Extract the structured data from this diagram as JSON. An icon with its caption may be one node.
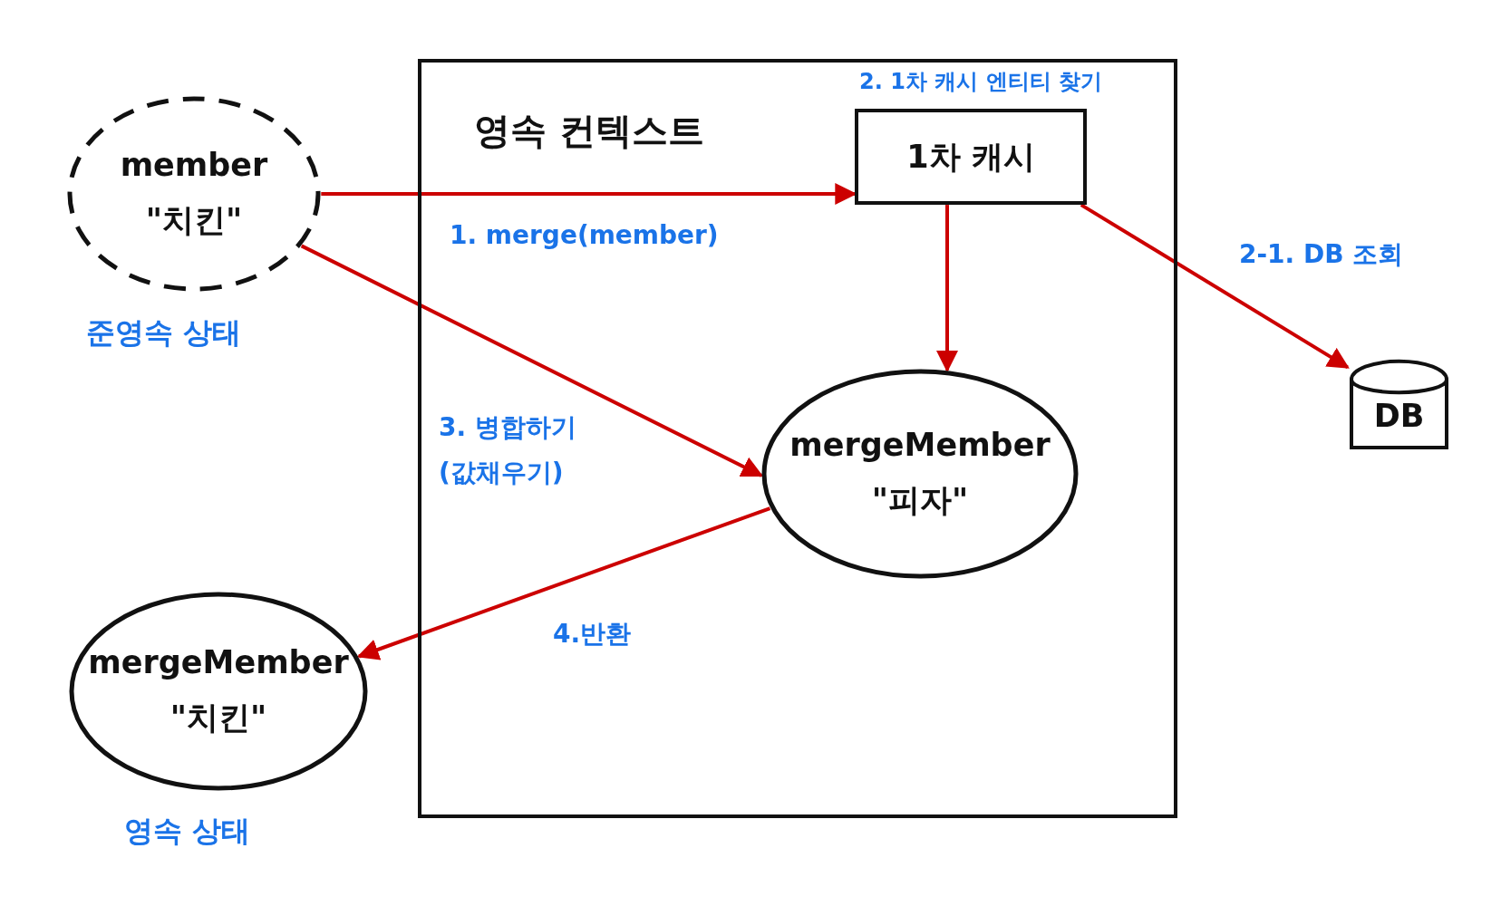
{
  "diagram": {
    "nodes": [
      {
        "text": [
          "member",
          "\"치킨\""
        ],
        "beside": [
          "준영속 상태"
        ]
      },
      {
        "text": [
          "영속 컨텍스트"
        ]
      },
      {
        "text": [
          "1차 캐시"
        ],
        "in": 1,
        "beside": [
          "2. 1차 캐시 엔티티 찾기"
        ]
      },
      {
        "text": [
          "mergeMember",
          "\"피자\""
        ],
        "in": 1
      },
      {
        "text": [
          "DB"
        ]
      },
      {
        "text": [
          "mergeMember",
          "\"치킨\""
        ],
        "beside": [
          "영속 상태"
        ]
      }
    ],
    "edges": [
      {
        "from": 0,
        "to": 2,
        "arrow": "to",
        "label": "1. merge(member)"
      },
      {
        "from": 2,
        "to": 3,
        "arrow": "to"
      },
      {
        "from": 2,
        "to": 4,
        "arrow": "to",
        "label": "2-1. DB 조회"
      },
      {
        "from": 0,
        "to": 3,
        "arrow": "to",
        "label": "3. 병합하기 (값채우기)"
      },
      {
        "from": 3,
        "to": 5,
        "arrow": "to",
        "label": "4.반환"
      }
    ]
  }
}
